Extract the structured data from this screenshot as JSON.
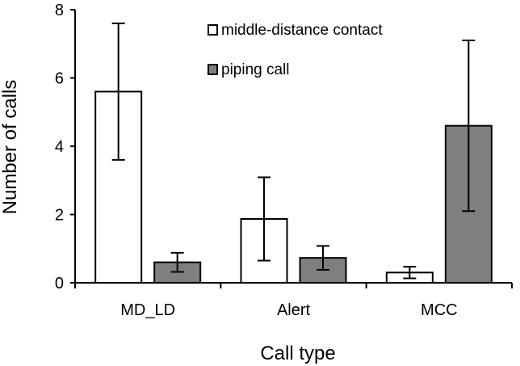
{
  "chart_data": {
    "type": "bar",
    "categories": [
      "MD_LD",
      "Alert",
      "MCC"
    ],
    "series": [
      {
        "name": "middle-distance contact",
        "values": [
          5.6,
          1.87,
          0.3
        ],
        "errors": [
          2.0,
          1.22,
          0.17
        ],
        "color": "#ffffff"
      },
      {
        "name": "piping call",
        "values": [
          0.6,
          0.73,
          4.6
        ],
        "errors": [
          0.28,
          0.35,
          2.5
        ],
        "color": "#7f7f7f"
      }
    ],
    "xlabel": "Call type",
    "ylabel": "Number of calls",
    "ylim": [
      0,
      8
    ],
    "yticks": [
      "0",
      "2",
      "4",
      "6",
      "8"
    ],
    "grid": false,
    "legend_position": "top-right"
  }
}
